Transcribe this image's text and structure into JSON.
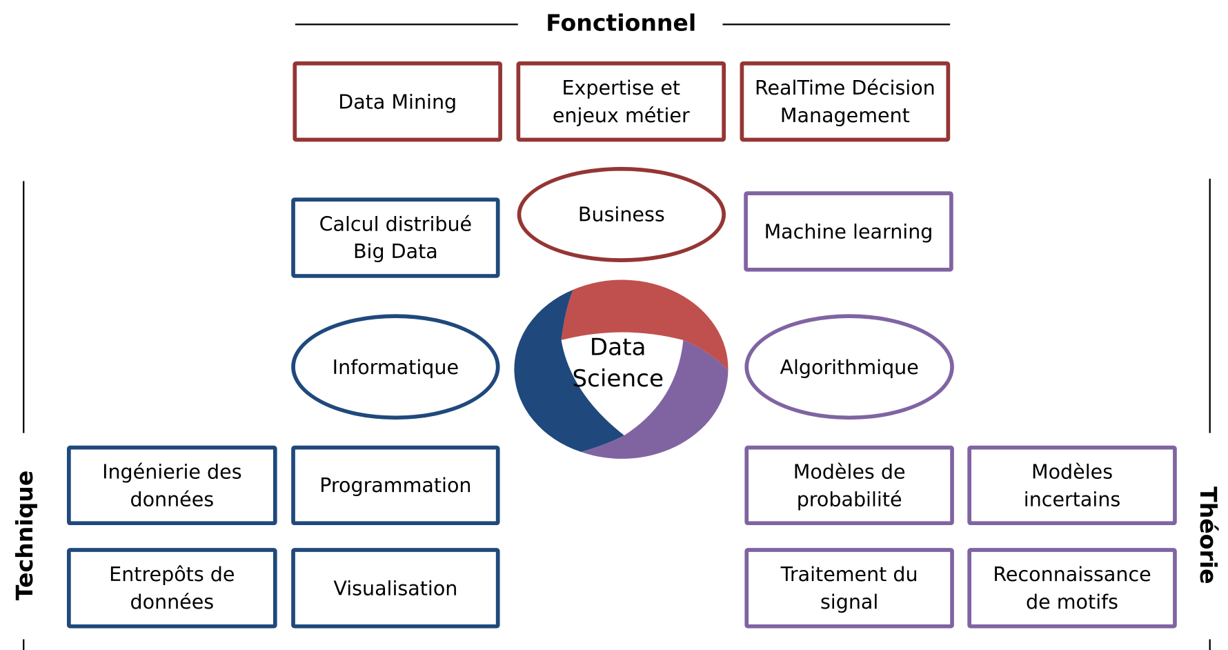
{
  "axes": {
    "top": "Fonctionnel",
    "left": "Technique",
    "right": "Théorie"
  },
  "center": {
    "line1": "Data",
    "line2": "Science"
  },
  "fonctionnel": [
    "Data Mining",
    "Expertise et\nenjeux métier",
    "RealTime Décision\nManagement"
  ],
  "business": "Business",
  "informatique": "Informatique",
  "algorithmique": "Algorithmique",
  "technique_boxes": [
    "Calcul distribué\nBig Data",
    "Ingénierie des\ndonnées",
    "Programmation",
    "Entrepôts de\ndonnées",
    "Visualisation"
  ],
  "theorie_boxes": [
    "Machine learning",
    "Modèles de\nprobabilité",
    "Modèles\nincertains",
    "Traitement du\nsignal",
    "Reconnaissance\nde motifs"
  ],
  "colors": {
    "business": "#943634",
    "technique": "#1f497d",
    "theorie": "#8064a2",
    "logo_red": "#c0504d"
  }
}
